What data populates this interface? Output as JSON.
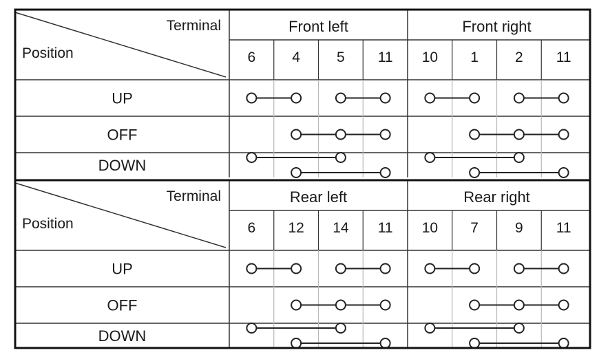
{
  "header_labels": {
    "terminal": "Terminal",
    "position": "Position"
  },
  "row_labels": [
    "UP",
    "OFF",
    "DOWN"
  ],
  "sections": [
    {
      "groups": [
        {
          "title": "Front left",
          "terminals": [
            "6",
            "4",
            "5",
            "11"
          ]
        },
        {
          "title": "Front right",
          "terminals": [
            "10",
            "1",
            "2",
            "11"
          ]
        }
      ]
    },
    {
      "groups": [
        {
          "title": "Rear left",
          "terminals": [
            "6",
            "12",
            "14",
            "11"
          ]
        },
        {
          "title": "Rear right",
          "terminals": [
            "10",
            "7",
            "9",
            "11"
          ]
        }
      ]
    }
  ],
  "continuity": {
    "UP": [
      [
        [
          0,
          1
        ],
        [
          2,
          3
        ]
      ]
    ],
    "OFF": [
      [
        [
          1,
          2,
          3
        ]
      ]
    ],
    "DOWN": [
      [
        [
          0,
          2
        ]
      ],
      [
        [
          1,
          3
        ]
      ]
    ]
  }
}
